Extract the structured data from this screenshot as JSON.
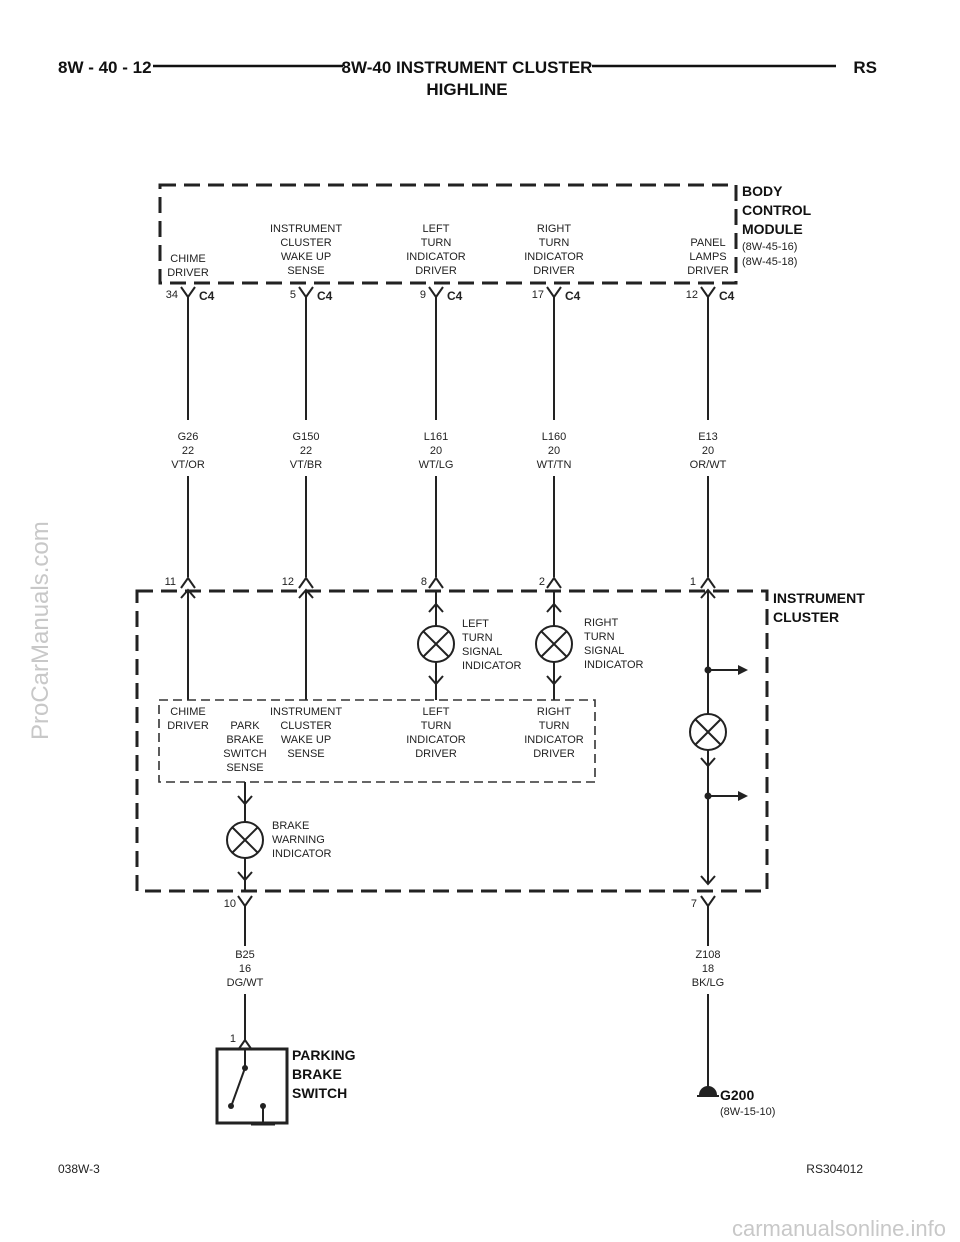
{
  "header": {
    "left": "8W - 40 - 12",
    "center_line1": "8W-40 INSTRUMENT CLUSTER",
    "center_line2": "HIGHLINE",
    "right": "RS"
  },
  "bcm": {
    "title_lines": [
      "BODY",
      "CONTROL",
      "MODULE"
    ],
    "refs": [
      "(8W-45-16)",
      "(8W-45-18)"
    ]
  },
  "ic": {
    "title_lines": [
      "INSTRUMENT",
      "CLUSTER"
    ]
  },
  "circuits": [
    {
      "bcm_label": [
        "CHIME",
        "DRIVER"
      ],
      "bcm_pin": "34",
      "conn": "C4",
      "wire": [
        "G26",
        "22",
        "VT/OR"
      ],
      "ic_pin": "11"
    },
    {
      "bcm_label": [
        "INSTRUMENT",
        "CLUSTER",
        "WAKE UP",
        "SENSE"
      ],
      "bcm_pin": "5",
      "conn": "C4",
      "wire": [
        "G150",
        "22",
        "VT/BR"
      ],
      "ic_pin": "12"
    },
    {
      "bcm_label": [
        "LEFT",
        "TURN",
        "INDICATOR",
        "DRIVER"
      ],
      "bcm_pin": "9",
      "conn": "C4",
      "wire": [
        "L161",
        "20",
        "WT/LG"
      ],
      "ic_pin": "8"
    },
    {
      "bcm_label": [
        "RIGHT",
        "TURN",
        "INDICATOR",
        "DRIVER"
      ],
      "bcm_pin": "17",
      "conn": "C4",
      "wire": [
        "L160",
        "20",
        "WT/TN"
      ],
      "ic_pin": "2"
    },
    {
      "bcm_label": [
        "PANEL",
        "LAMPS",
        "DRIVER"
      ],
      "bcm_pin": "12",
      "conn": "C4",
      "wire": [
        "E13",
        "20",
        "OR/WT"
      ],
      "ic_pin": "1"
    }
  ],
  "ic_inner": {
    "chime": [
      "CHIME",
      "DRIVER"
    ],
    "park": [
      "PARK",
      "BRAKE",
      "SWITCH",
      "SENSE"
    ],
    "wake": [
      "INSTRUMENT",
      "CLUSTER",
      "WAKE UP",
      "SENSE"
    ],
    "left": [
      "LEFT",
      "TURN",
      "INDICATOR",
      "DRIVER"
    ],
    "right": [
      "RIGHT",
      "TURN",
      "INDICATOR",
      "DRIVER"
    ]
  },
  "lamps": {
    "left": [
      "LEFT",
      "TURN",
      "SIGNAL",
      "INDICATOR"
    ],
    "right": [
      "RIGHT",
      "TURN",
      "SIGNAL",
      "INDICATOR"
    ],
    "brake": [
      "BRAKE",
      "WARNING",
      "INDICATOR"
    ]
  },
  "bottom": {
    "brake_pin": "10",
    "brake_wire": [
      "B25",
      "16",
      "DG/WT"
    ],
    "switch_pin": "1",
    "switch_title": [
      "PARKING",
      "BRAKE",
      "SWITCH"
    ],
    "ground_pin": "7",
    "ground_wire": [
      "Z108",
      "18",
      "BK/LG"
    ],
    "ground": "G200",
    "ground_ref": "(8W-15-10)"
  },
  "footer": {
    "left": "038W-3",
    "right": "RS304012"
  },
  "watermarks": {
    "side": "ProCarManuals.com",
    "bottom": "carmanualsonline.info"
  }
}
